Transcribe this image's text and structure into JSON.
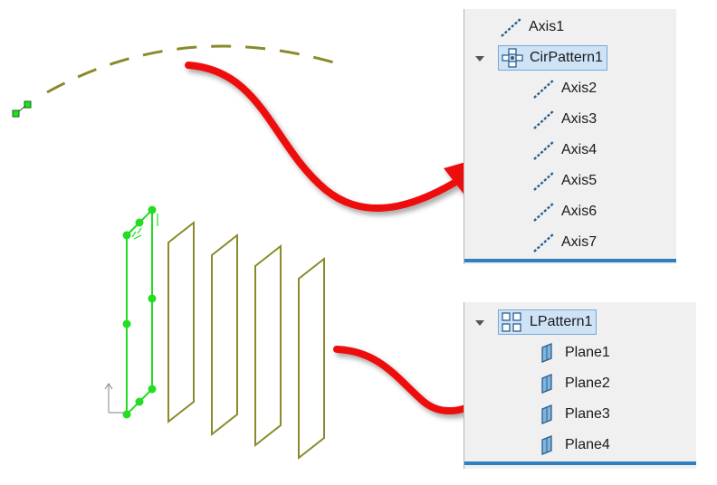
{
  "circular_tree": {
    "items": [
      {
        "label": "Axis1",
        "icon": "axis-icon"
      },
      {
        "label": "CirPattern1",
        "icon": "circular-pattern-icon",
        "selected": true,
        "expanded": true
      },
      {
        "label": "Axis2",
        "icon": "axis-icon"
      },
      {
        "label": "Axis3",
        "icon": "axis-icon"
      },
      {
        "label": "Axis4",
        "icon": "axis-icon"
      },
      {
        "label": "Axis5",
        "icon": "axis-icon"
      },
      {
        "label": "Axis6",
        "icon": "axis-icon"
      },
      {
        "label": "Axis7",
        "icon": "axis-icon"
      }
    ]
  },
  "linear_tree": {
    "items": [
      {
        "label": "LPattern1",
        "icon": "linear-pattern-icon",
        "selected": true,
        "expanded": true
      },
      {
        "label": "Plane1",
        "icon": "plane-icon"
      },
      {
        "label": "Plane2",
        "icon": "plane-icon"
      },
      {
        "label": "Plane3",
        "icon": "plane-icon"
      },
      {
        "label": "Plane4",
        "icon": "plane-icon"
      }
    ]
  },
  "colors": {
    "sketch_line": "#8a8a2a",
    "selected_green": "#22dd22",
    "arrow_red": "#ee1111",
    "panel_bar": "#2f7fc1",
    "selection_fill": "#cfe3f7"
  }
}
